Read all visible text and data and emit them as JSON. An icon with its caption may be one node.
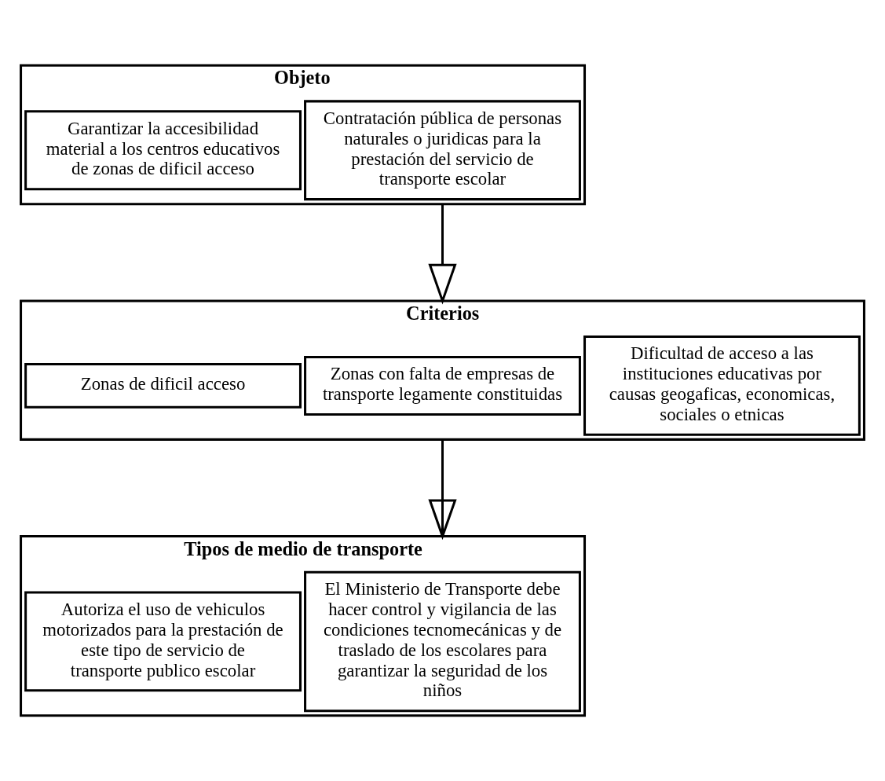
{
  "diagram": {
    "nodes": [
      {
        "text": [
          "Objeto"
        ]
      },
      {
        "text": [
          "Garantizar la accesibilidad material a los centros educativos de zonas de dificil acceso"
        ],
        "in": 0
      },
      {
        "text": [
          "Contratación pública de personas naturales o juridicas para la prestación del servicio de transporte escolar"
        ],
        "in": 0
      },
      {
        "text": [
          "Criterios"
        ]
      },
      {
        "text": [
          "Zonas de dificil acceso"
        ],
        "in": 3
      },
      {
        "text": [
          "Zonas con falta de empresas de transporte legamente constituidas"
        ],
        "in": 3
      },
      {
        "text": [
          "Dificultad de acceso a las instituciones educativas por causas geogaficas, economicas, sociales o etnicas"
        ],
        "in": 3
      },
      {
        "text": [
          "Tipos de medio de transporte"
        ]
      },
      {
        "text": [
          "Autoriza el uso de vehiculos motorizados para la prestación de este tipo de servicio de transporte publico escolar"
        ],
        "in": 7
      },
      {
        "text": [
          "El Ministerio de Transporte debe hacer control y vigilancia de las condiciones tecnomecánicas y de traslado de los escolares para garantizar la seguridad de los niños"
        ],
        "in": 7
      }
    ],
    "edges": [
      {
        "from": 0,
        "to": 3,
        "arrow": "to"
      },
      {
        "from": 3,
        "to": 7,
        "arrow": "to"
      }
    ]
  }
}
